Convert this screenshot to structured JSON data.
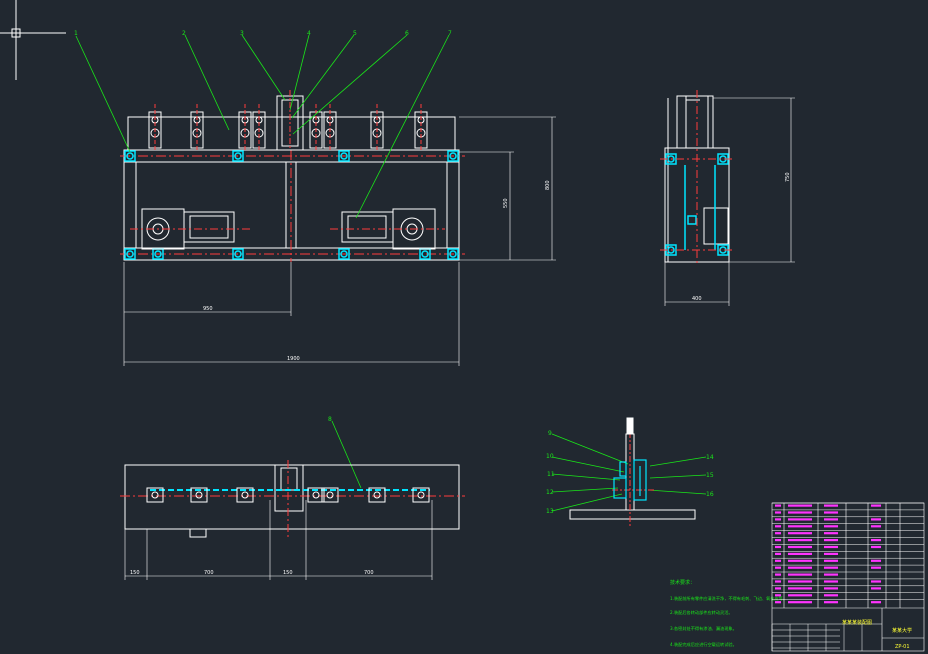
{
  "colors": {
    "background": "#212830",
    "outline": "#ffffff",
    "centerline": "#ff3b3b",
    "leader": "#19e619",
    "highlight": "#00e5ff",
    "dimension": "#00ffff",
    "table_text": "#ff33ff",
    "cursor": "#ffffff"
  },
  "balloons": [
    "1",
    "2",
    "3",
    "4",
    "5",
    "6",
    "7",
    "8",
    "9",
    "10",
    "11",
    "12",
    "13",
    "14",
    "15",
    "16"
  ],
  "dimensions": {
    "front_height_outer": "800",
    "front_height_inner": "550",
    "front_width_half": "950",
    "front_width_total": "1900",
    "side_height": "750",
    "side_width": "400",
    "bottom_1": "150",
    "bottom_2": "700",
    "bottom_3": "150",
    "bottom_4": "700"
  },
  "title_block": {
    "drawing_name": "某某某装配图",
    "company": "某某大学",
    "drawing_no": "ZP-01"
  },
  "notes": {
    "heading": "技术要求：",
    "lines": [
      "1.装配前所有零件应清洗干净，不得有毛刺、飞边、氧化皮等。",
      "2.装配后各转动部件应转动灵活。",
      "3.各密封处不得有渗油、漏油现象。",
      "4.装配完成后应进行空载运转试验。"
    ]
  }
}
